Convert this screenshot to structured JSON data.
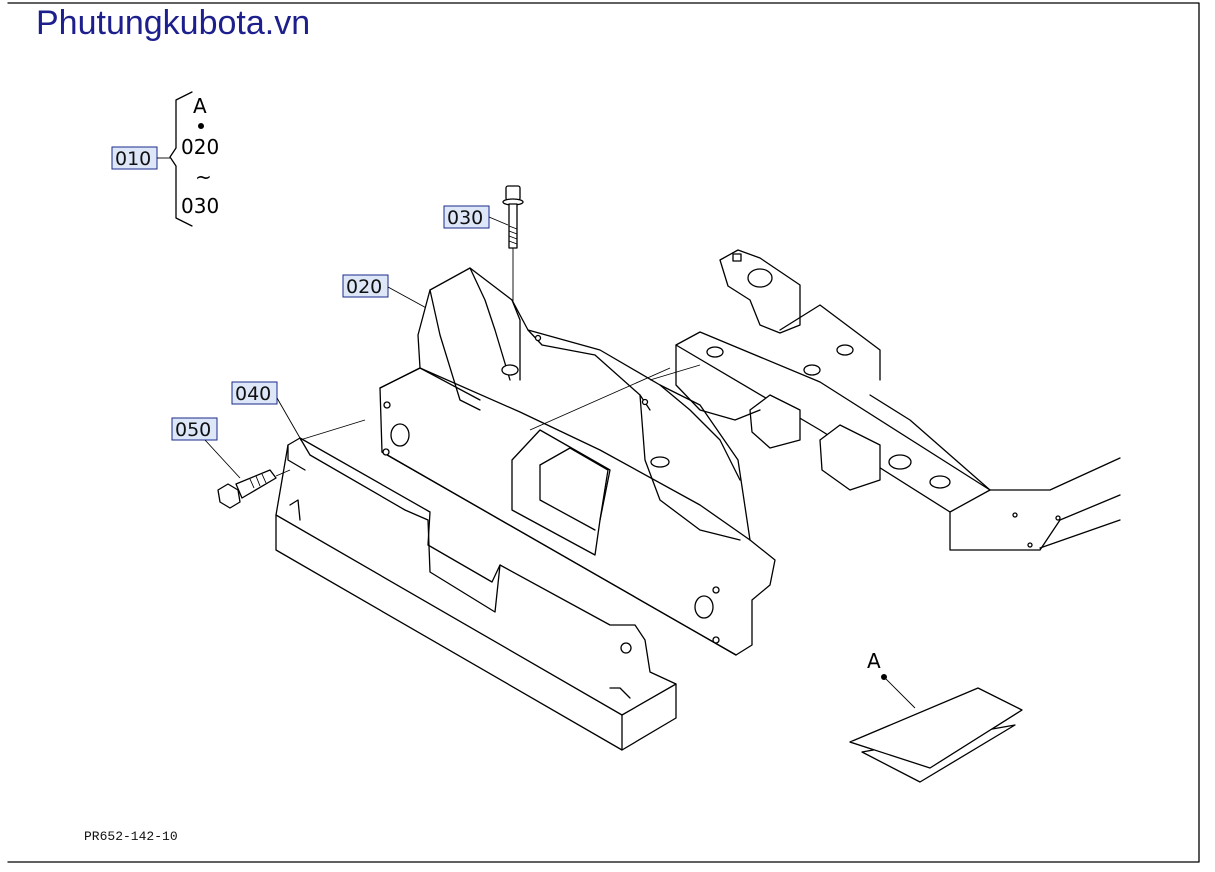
{
  "brand": {
    "text": "Phutungkubota.vn",
    "color": "#1c1f8c"
  },
  "drawing_code": "PR652-142-10",
  "kit_bracket": {
    "header": "A",
    "start": "020",
    "range_symbol": "~",
    "end": "030"
  },
  "callouts": [
    {
      "id": "010",
      "label": "010"
    },
    {
      "id": "020",
      "label": "020"
    },
    {
      "id": "030",
      "label": "030"
    },
    {
      "id": "040",
      "label": "040"
    },
    {
      "id": "050",
      "label": "050"
    }
  ],
  "reference_a": {
    "label": "A"
  },
  "colors": {
    "callout_fill": "#dde7f8",
    "callout_stroke": "#1a2a8a",
    "line": "#000000",
    "frame": "#000000"
  }
}
